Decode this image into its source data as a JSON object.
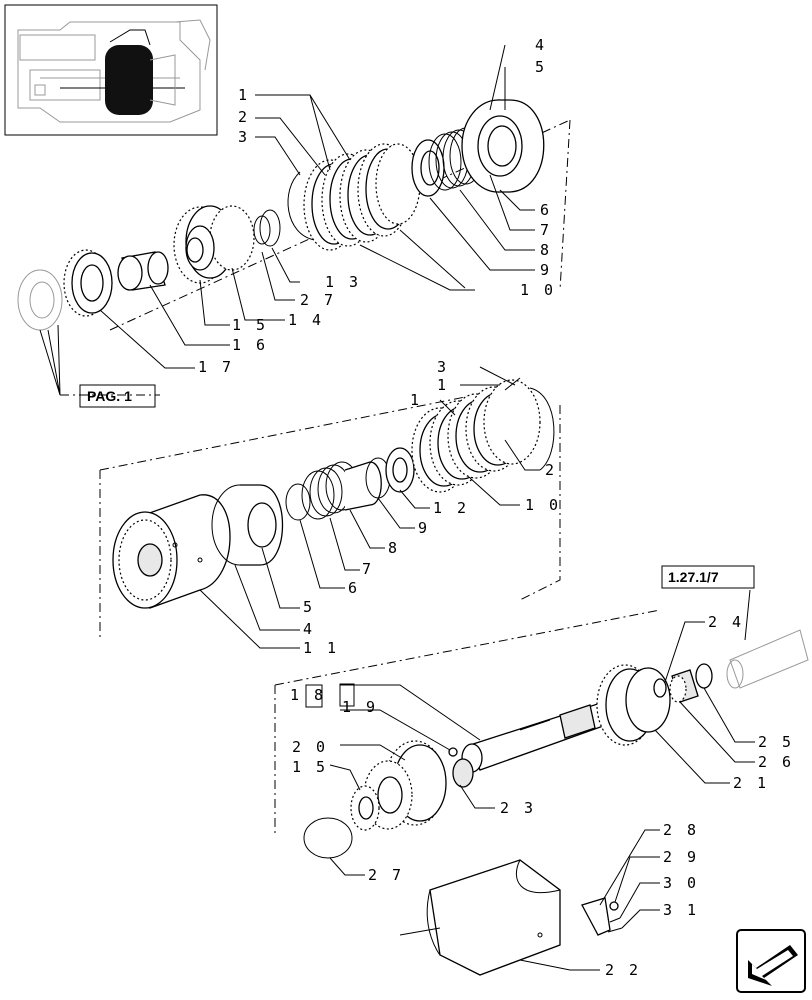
{
  "refs": {
    "page1": "PAG. 1",
    "ref_1277": "1.27.1/7"
  },
  "top_group": {
    "labels": [
      "1",
      "2",
      "3",
      "4",
      "5",
      "6",
      "7",
      "8",
      "9",
      "1 0",
      "1 3",
      "2 7",
      "1 4",
      "1 5",
      "1 6",
      "1 7"
    ]
  },
  "middle_group": {
    "labels": [
      "3",
      "1",
      "1",
      "2",
      "1 0",
      "1 2",
      "9",
      "8",
      "7",
      "6",
      "5",
      "4",
      "1 1"
    ]
  },
  "shaft_group": {
    "labels": [
      "2 4",
      "1 8",
      "1 9",
      "2 0",
      "1 5",
      "2 3",
      "2 5",
      "2 6",
      "2 1",
      "2 7"
    ]
  },
  "cover_group": {
    "labels": [
      "2 8",
      "2 9",
      "3 0",
      "3 1",
      "2 2"
    ]
  },
  "icons": {
    "corner": "next-page-arrow-icon",
    "thumbnail": "transmission-overview-thumbnail"
  }
}
